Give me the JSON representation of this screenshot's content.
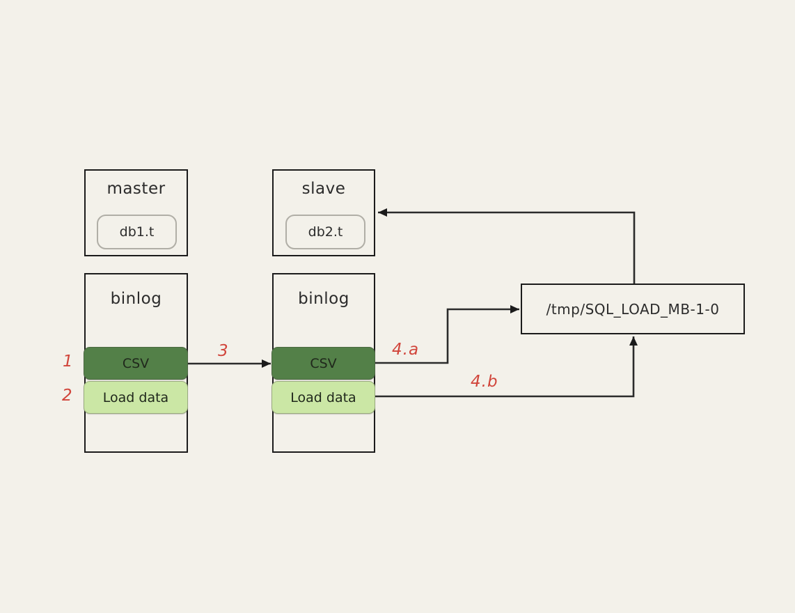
{
  "colors": {
    "background": "#f3f1ea",
    "box_border": "#1b1b1b",
    "inner_border": "#b0aea6",
    "csv_fill": "#538048",
    "load_fill": "#cbe7a5",
    "step_red": "#d1453b",
    "ink": "#2b2b2b"
  },
  "nodes": {
    "master": {
      "title": "master",
      "table": "db1.t"
    },
    "slave": {
      "title": "slave",
      "table": "db2.t"
    },
    "master_binlog": {
      "title": "binlog",
      "rows": [
        {
          "label": "CSV"
        },
        {
          "label": "Load data"
        }
      ]
    },
    "slave_binlog": {
      "title": "binlog",
      "rows": [
        {
          "label": "CSV"
        },
        {
          "label": "Load data"
        }
      ]
    },
    "tmp_file": {
      "label": "/tmp/SQL_LOAD_MB-1-0"
    }
  },
  "steps": {
    "write_csv": "1",
    "write_load_data": "2",
    "replicate_binlog": "3",
    "write_tmp_file": "4.a",
    "load_tmp_file": "4.b"
  }
}
